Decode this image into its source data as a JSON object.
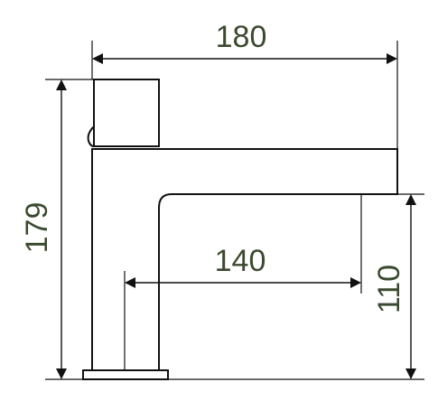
{
  "drawing": {
    "dimensions": {
      "overall_width": "180",
      "spout_length": "140",
      "overall_height": "179",
      "spout_height": "110"
    },
    "colors": {
      "outline": "#111111",
      "dimension_line": "#111111",
      "dimension_text": "#3a4a2e",
      "background": "#ffffff"
    }
  }
}
